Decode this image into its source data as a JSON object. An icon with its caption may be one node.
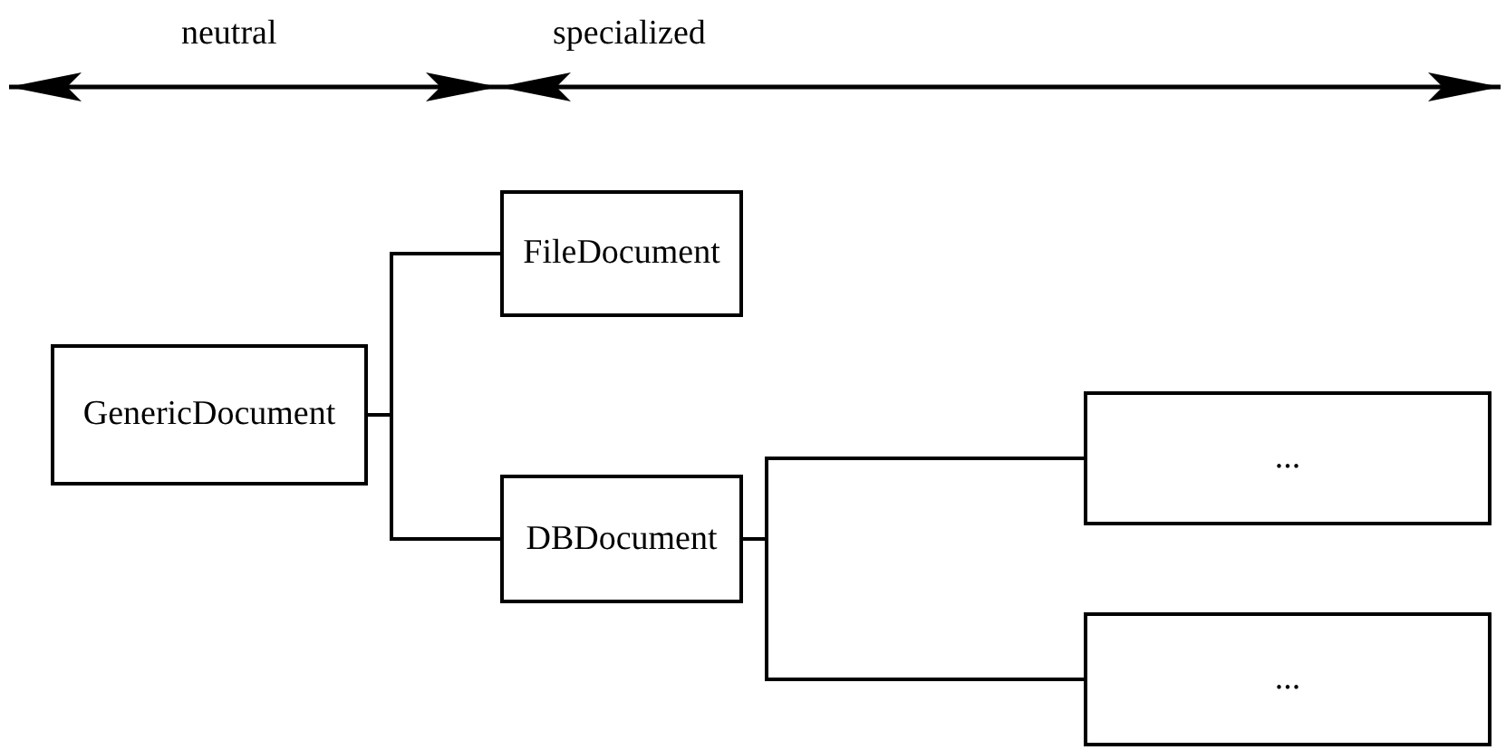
{
  "diagram": {
    "nodes": [
      {
        "text": [
          "GenericDocument"
        ]
      },
      {
        "text": [
          "FileDocument"
        ]
      },
      {
        "text": [
          "DBDocument"
        ]
      },
      {
        "text": [
          "..."
        ]
      },
      {
        "text": [
          "..."
        ]
      }
    ],
    "edges": [
      {
        "from": 0,
        "to": 1,
        "arrow": "none"
      },
      {
        "from": 0,
        "to": 2,
        "arrow": "none"
      },
      {
        "from": 2,
        "to": 3,
        "arrow": "none"
      },
      {
        "from": 2,
        "to": 4,
        "arrow": "none"
      }
    ],
    "labels": [
      "neutral",
      "specialized"
    ]
  }
}
